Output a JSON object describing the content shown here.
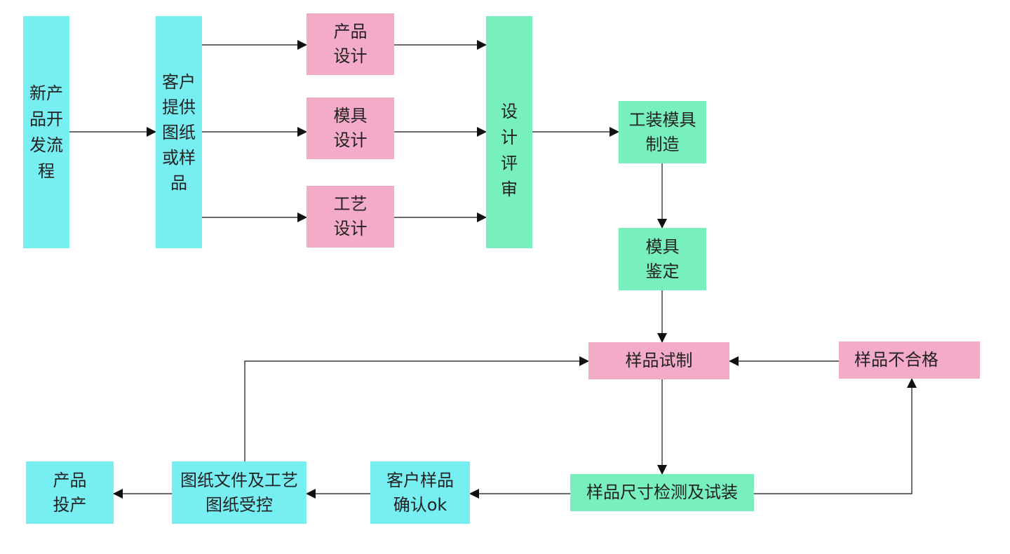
{
  "nodes": {
    "n_start": "新产品开发流程",
    "n_client": "客户提供图纸或样品",
    "n_prod_design": "产品设计",
    "n_mold_design": "模具设计",
    "n_proc_design": "工艺设计",
    "n_review": "设计评审",
    "n_tooling": "工装模具制造",
    "n_mold_eval": "模具鉴定",
    "n_sample_trial": "样品试制",
    "n_sample_fail": "样品不合格",
    "n_inspect": "样品尺寸检测及试装",
    "n_client_ok": "客户样品确认ok",
    "n_docs": "图纸文件及工艺图纸受控",
    "n_production": "产品投产"
  },
  "colors": {
    "cyan": "#77eef2",
    "pink": "#f4abc8",
    "green": "#77f0bd",
    "edge": "#111111"
  }
}
